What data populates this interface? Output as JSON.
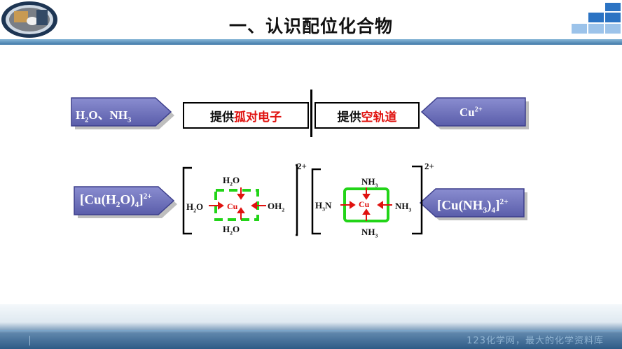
{
  "header": {
    "title": "一、认识配位化合物"
  },
  "row1": {
    "left_arrow": {
      "part1": "H",
      "sub1": "2",
      "part2": "O、NH",
      "sub2": "3"
    },
    "center_left": {
      "prefix": "提供",
      "highlight": "孤对电子"
    },
    "center_right": {
      "prefix": "提供",
      "highlight": "空轨道"
    },
    "right_arrow": {
      "main": "Cu",
      "sup": "2+"
    }
  },
  "row2": {
    "left_arrow": {
      "open": "[Cu(H",
      "sub1": "2",
      "mid": "O)",
      "sub2": "4",
      "close": "]",
      "sup": "2+"
    },
    "right_arrow": {
      "open": "[Cu(NH",
      "sub1": "3",
      "mid": ")",
      "sub2": "4",
      "close": "]",
      "sup": "2+"
    }
  },
  "complex_water": {
    "charge": "2+",
    "center": "Cu",
    "top": {
      "a": "H",
      "sub": "2",
      "b": "O"
    },
    "bottom": {
      "a": "H",
      "sub": "2",
      "b": "O"
    },
    "left": {
      "a": "H",
      "sub": "2",
      "b": "O"
    },
    "right": {
      "a": "OH",
      "sub": "2"
    }
  },
  "complex_ammonia": {
    "charge": "2+",
    "center": "Cu",
    "top": {
      "a": "NH",
      "sub": "3"
    },
    "bottom": {
      "a": "NH",
      "sub": "3"
    },
    "left": {
      "a": "H",
      "sub": "3",
      "b": "N"
    },
    "right": {
      "a": "NH",
      "sub": "3"
    }
  },
  "footer": {
    "watermark": "123化学网，最大的化学资料库"
  },
  "colors": {
    "accent_blue": "#2b73c3",
    "arrow_fill": "#6b6db8",
    "highlight_red": "#e0120f",
    "dashed_green": "#22d418"
  }
}
